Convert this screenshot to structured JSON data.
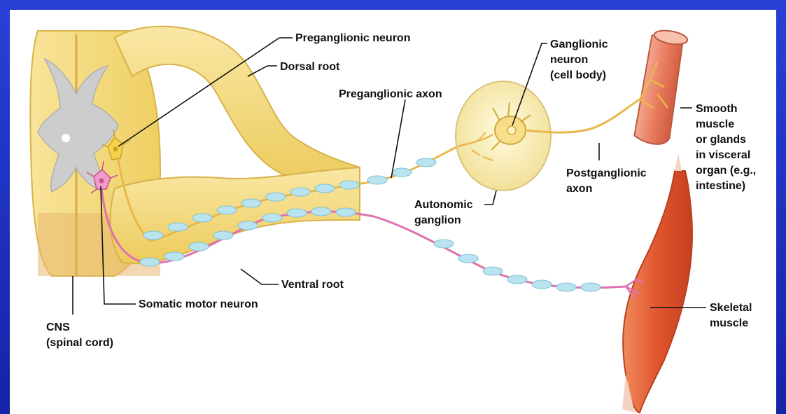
{
  "labels": {
    "preganglionic_neuron": "Preganglionic neuron",
    "dorsal_root": "Dorsal root",
    "preganglionic_axon": "Preganglionic axon",
    "ganglionic_neuron": [
      "Ganglionic",
      "neuron",
      "(cell body)"
    ],
    "smooth_muscle": [
      "Smooth",
      "muscle",
      "or glands",
      "in visceral",
      "organ (e.g.,",
      "intestine)"
    ],
    "postganglionic_axon": [
      "Postganglionic",
      "axon"
    ],
    "autonomic_ganglion": [
      "Autonomic",
      "ganglion"
    ],
    "ventral_root": "Ventral root",
    "somatic_motor_neuron": "Somatic motor neuron",
    "cns": [
      "CNS",
      "(spinal cord)"
    ],
    "skeletal_muscle": [
      "Skeletal",
      "muscle"
    ]
  },
  "colors": {
    "background_blue": "#1a2fbf",
    "spinal_cord": "#f3d77a",
    "gray_matter": "#c8c8c8",
    "myelin": "#b9e3ef",
    "somatic_axon": "#e070b0",
    "autonomic_axon": "#e8b84a",
    "smooth_muscle": "#e8806a",
    "skeletal_muscle": "#e0552e"
  }
}
